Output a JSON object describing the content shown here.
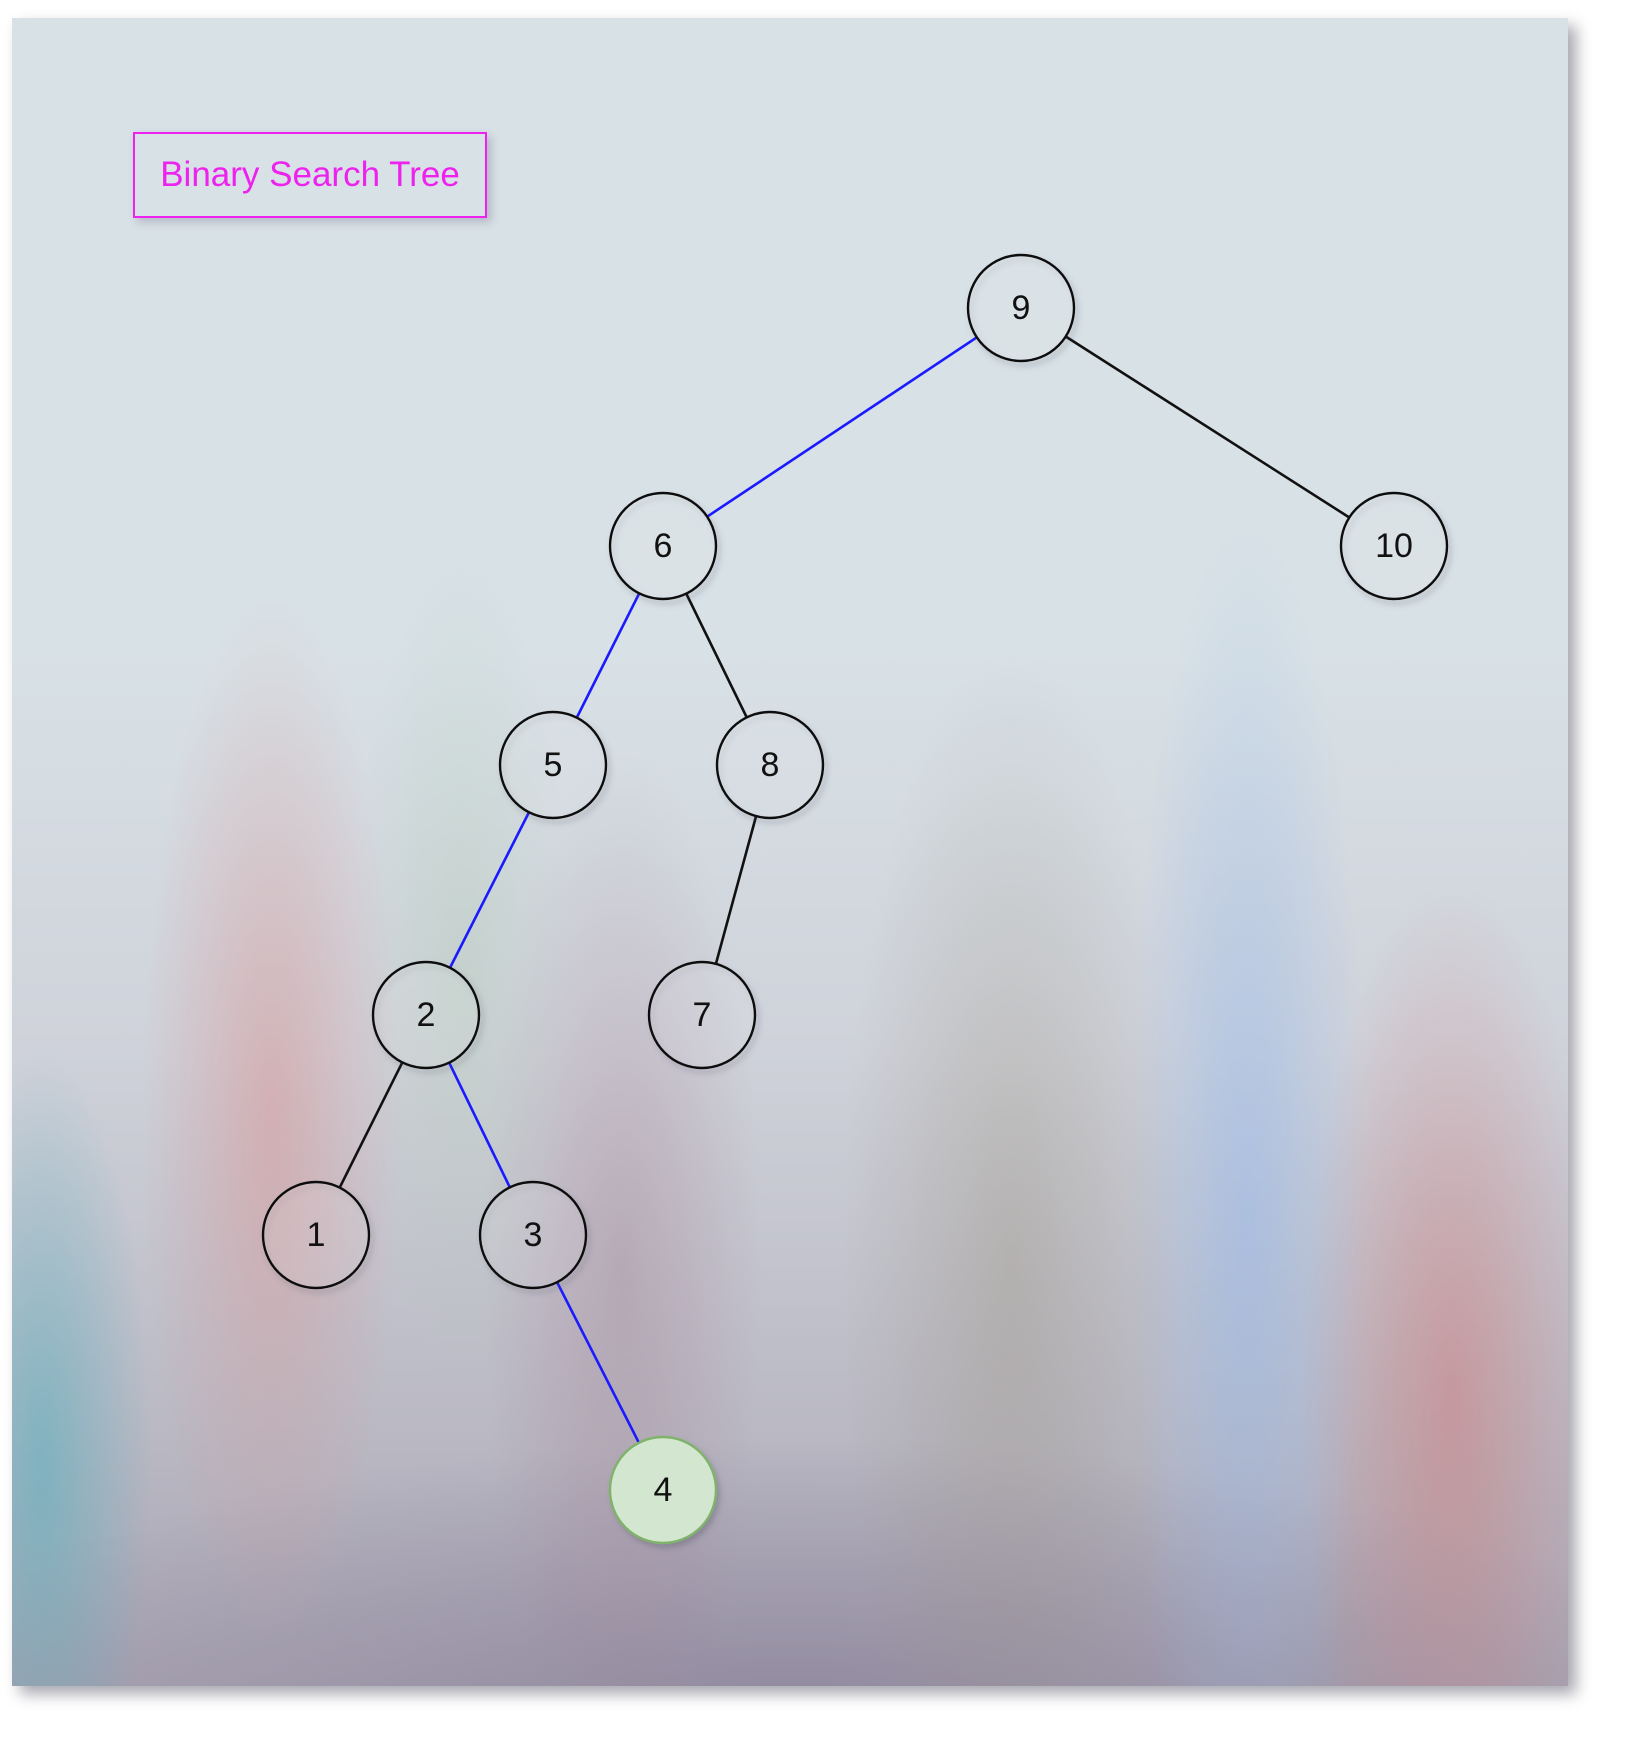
{
  "title": "Binary Search Tree",
  "colors": {
    "title": "#ee22ee",
    "path_edge": "#1a1aff",
    "normal_edge": "#111111",
    "highlight_fill": "#d3e6cf",
    "highlight_stroke": "#7fb36a"
  },
  "tree": {
    "nodes": [
      {
        "id": "n9",
        "label": "9"
      },
      {
        "id": "n6",
        "label": "6"
      },
      {
        "id": "n10",
        "label": "10"
      },
      {
        "id": "n5",
        "label": "5"
      },
      {
        "id": "n8",
        "label": "8"
      },
      {
        "id": "n2",
        "label": "2"
      },
      {
        "id": "n7",
        "label": "7"
      },
      {
        "id": "n1",
        "label": "1"
      },
      {
        "id": "n3",
        "label": "3"
      },
      {
        "id": "n4",
        "label": "4",
        "highlight": true
      }
    ],
    "edges": [
      {
        "from": "n9",
        "to": "n6",
        "on_path": true
      },
      {
        "from": "n9",
        "to": "n10",
        "on_path": false
      },
      {
        "from": "n6",
        "to": "n5",
        "on_path": true
      },
      {
        "from": "n6",
        "to": "n8",
        "on_path": false
      },
      {
        "from": "n5",
        "to": "n2",
        "on_path": true
      },
      {
        "from": "n8",
        "to": "n7",
        "on_path": false
      },
      {
        "from": "n2",
        "to": "n1",
        "on_path": false
      },
      {
        "from": "n2",
        "to": "n3",
        "on_path": true
      },
      {
        "from": "n3",
        "to": "n4",
        "on_path": true
      }
    ]
  }
}
